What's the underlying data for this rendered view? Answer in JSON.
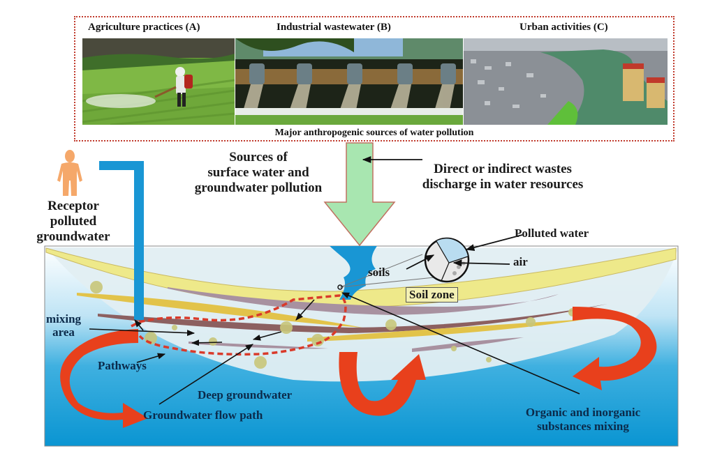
{
  "figure": {
    "sources_panel": {
      "caption": "Major anthropogenic sources of water pollution",
      "photos": [
        {
          "title": "Agriculture practices (A)",
          "subject": "farmer spraying pesticide on crop field"
        },
        {
          "title": "Industrial wastewater (B)",
          "subject": "pipes discharging wastewater"
        },
        {
          "title": "Urban activities (C)",
          "subject": "aerial view of dense city beside green lake"
        }
      ]
    },
    "labels": {
      "sources": "Sources of\nsurface water and\ngroundwater pollution",
      "sources_lines": [
        "Sources of",
        "surface water and",
        "groundwater pollution"
      ],
      "discharge_lines": [
        "Direct or indirect wastes",
        "discharge in water resources"
      ],
      "receptor_lines": [
        "Receptor",
        "polluted",
        "groundwater"
      ],
      "polluted_water": "Polluted water",
      "soils": "soils",
      "air": "air",
      "soil_zone": "Soil zone",
      "mixing_area_lines": [
        "mixing",
        "area"
      ],
      "pathways": "Pathways",
      "deep_groundwater": "Deep groundwater",
      "groundwater_flow_path": "Groundwater flow path",
      "organic_lines": [
        "Organic and inorganic",
        "substances mixing"
      ]
    },
    "icons": {
      "person": "person-silhouette-icon",
      "arrow_down": "green-down-arrow-icon",
      "well": "well-pipe-icon"
    },
    "colors": {
      "green_arrow": "#a8e6b0",
      "flow_arrow": "#e8401c",
      "water_blue": "#1a9bd7",
      "pipe_blue": "#1996d4",
      "soil_yellow": "#efe98a",
      "person_orange": "#f5a86a",
      "dashed_path": "#d93a2a"
    }
  }
}
